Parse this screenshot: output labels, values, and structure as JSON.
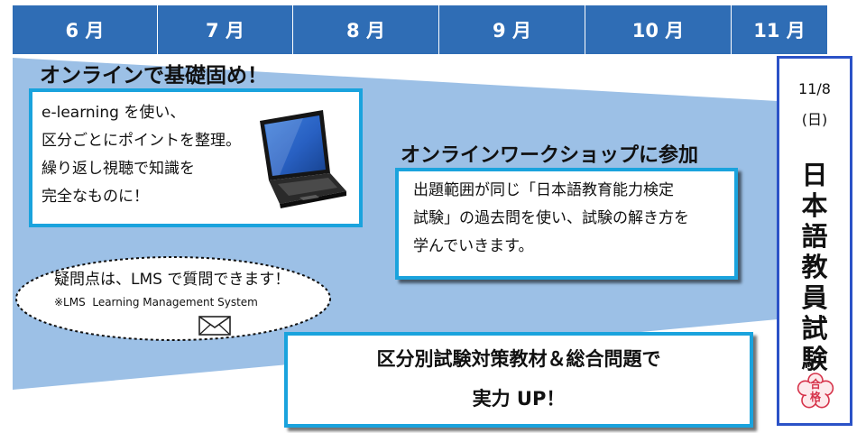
{
  "timeline": {
    "months": [
      "6 月",
      "7 月",
      "8 月",
      "9 月",
      "10 月",
      "11 月"
    ]
  },
  "online_section": {
    "heading": "オンラインで基礎固め！",
    "lines": [
      "e-learning を使い、",
      "区分ごとにポイントを整理。",
      "繰り返し視聴で知識を",
      "完全なものに！"
    ]
  },
  "workshop_section": {
    "heading": "オンラインワークショップに参加",
    "lines": [
      "出題範囲が同じ「日本語教育能力検定",
      "試験」の過去問を使い、試験の解き方を",
      "学んでいきます。"
    ]
  },
  "lms_note": {
    "main": "疑問点は、LMS で質問できます！",
    "sub": "※LMS  Learning Management System"
  },
  "final_box": {
    "line1": "区分別試験対策教材＆総合問題で",
    "line2": "実力 UP！"
  },
  "exam": {
    "date": "11/8",
    "day": "(日)",
    "title_chars": [
      "日",
      "本",
      "語",
      "教",
      "員",
      "試",
      "験"
    ],
    "stamp": [
      "合",
      "格"
    ]
  },
  "colors": {
    "month_band": "#2f6db5",
    "wedge": "#9cc0e6",
    "box_border": "#1aa3dd",
    "exam_border": "#2b52c7",
    "stamp": "#d6334a"
  },
  "icons": [
    "laptop-icon",
    "envelope-icon",
    "seal-stamp-icon"
  ]
}
